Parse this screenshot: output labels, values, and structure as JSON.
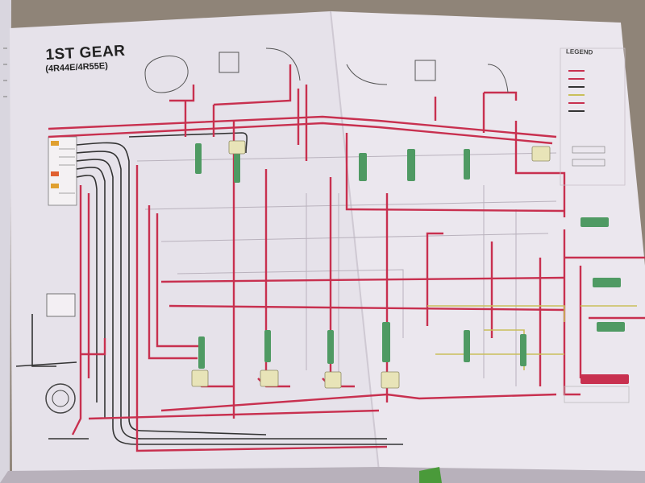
{
  "diagram": {
    "title": "1ST GEAR",
    "subtitle": "(4R44E/4R55E)",
    "legend_title": "LEGEND"
  },
  "colors": {
    "background": "#8f8478",
    "page": "#e9e4ec",
    "pressure_line": "#c8304f",
    "exhaust_line": "#333333",
    "aux_line": "#c9bf5a",
    "neutral_line": "#b9b2bd",
    "valve_green": "#4f9a63",
    "valve_body": "#e8e4b8"
  },
  "icons": {
    "valve": "valve-icon",
    "pump": "pump-icon",
    "servo": "servo-icon"
  }
}
